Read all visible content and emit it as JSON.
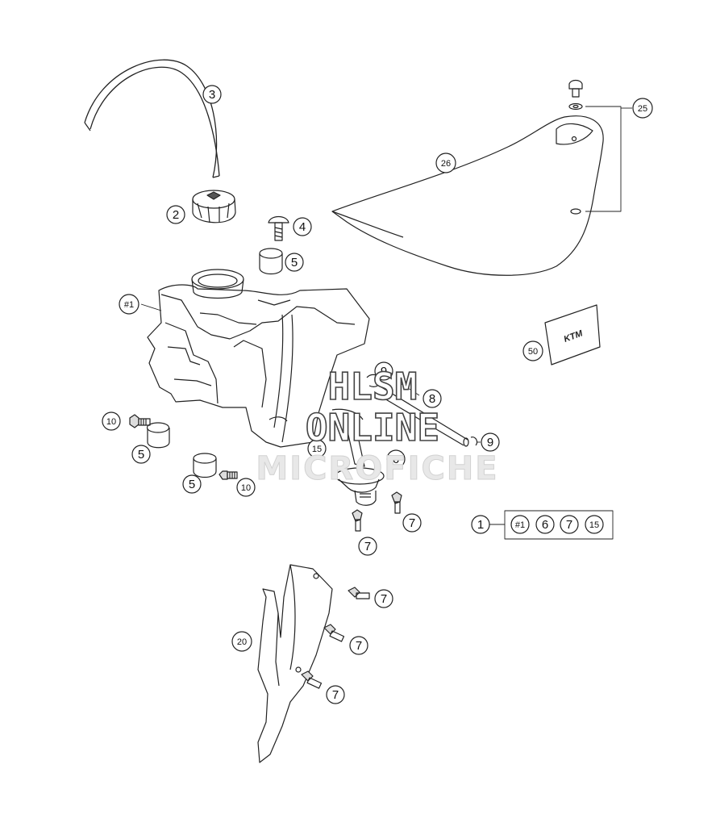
{
  "callouts": {
    "c1": "1",
    "c2": "2",
    "c3": "3",
    "c4": "4",
    "c5a": "5",
    "c5b": "5",
    "c5c": "5",
    "c6": "6",
    "c7a": "7",
    "c7b": "7",
    "c7c": "7",
    "c7d": "7",
    "c7e": "7",
    "c8": "8",
    "c9a": "9",
    "c9b": "9",
    "c10a": "10",
    "c10b": "10",
    "c15": "15",
    "c20": "20",
    "c25": "25",
    "c26": "26",
    "c50": "50",
    "tank_label": "#1"
  },
  "kit_group": {
    "lead": "1",
    "items": [
      "#1",
      "6",
      "7",
      "15"
    ]
  },
  "decal_text": "KTM",
  "watermark": {
    "line1": "HLSM",
    "line2": "ONLINE",
    "line3": "MICROFICHE"
  }
}
